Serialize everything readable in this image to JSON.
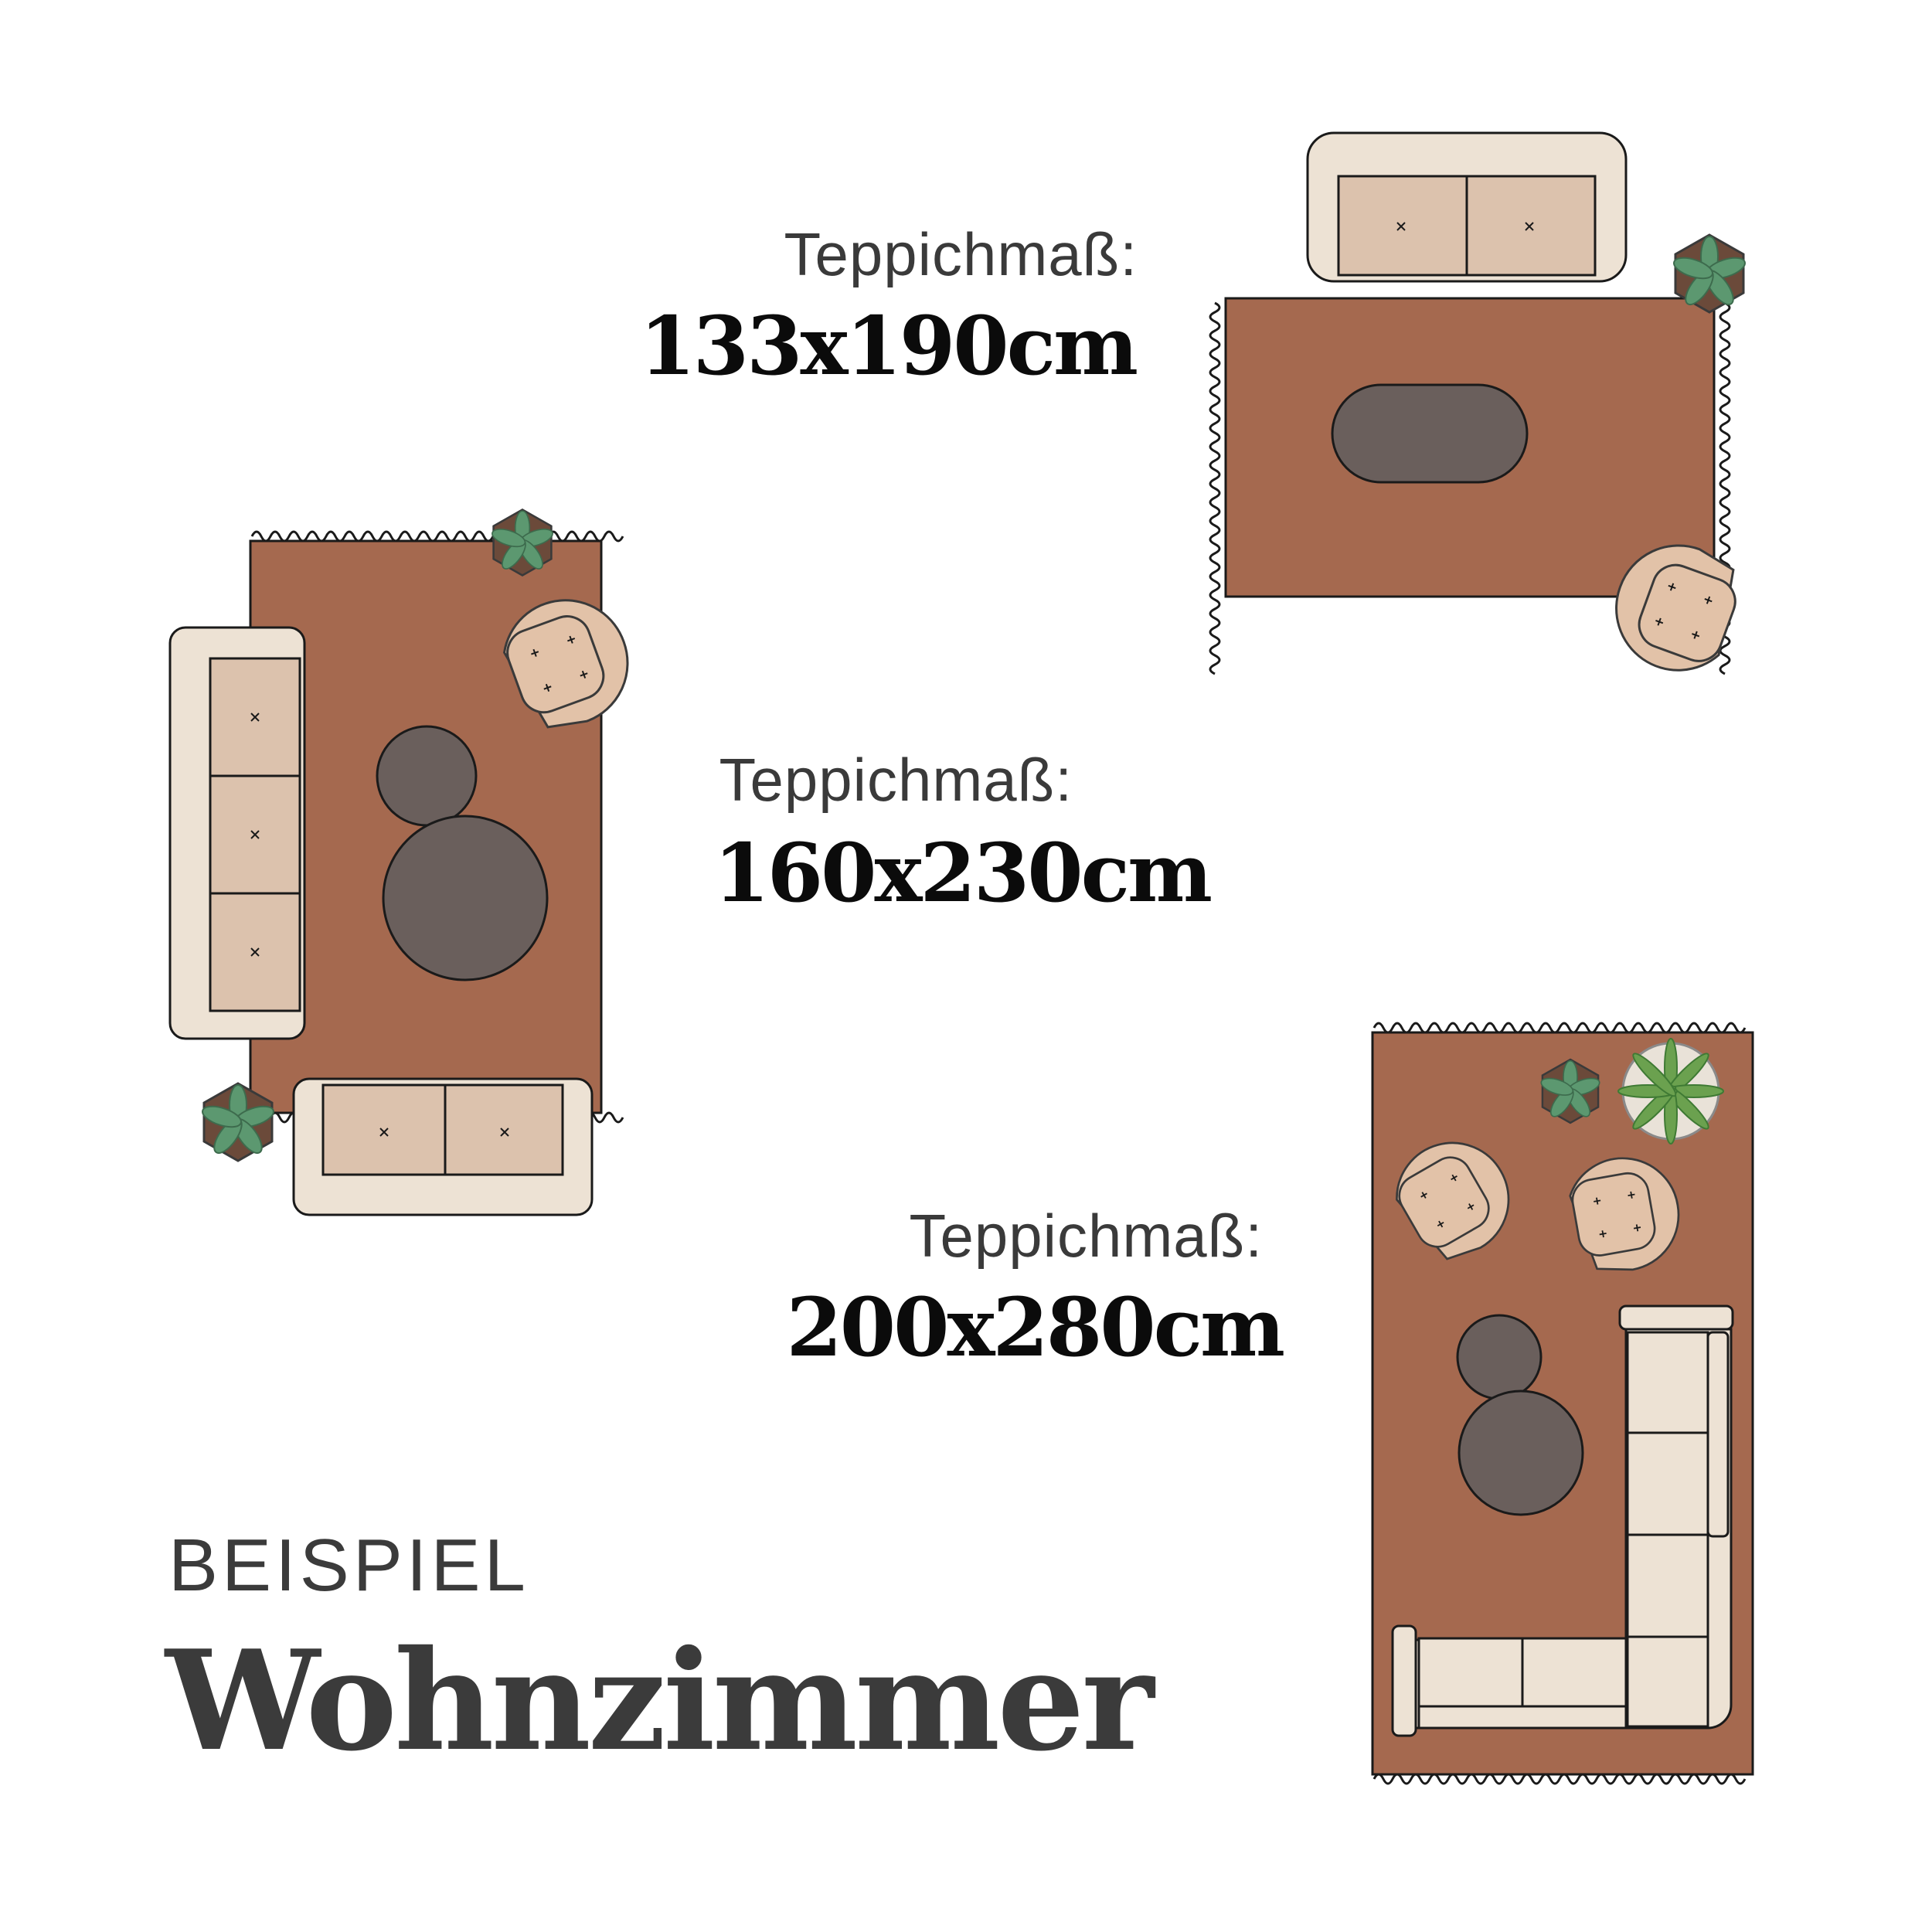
{
  "colors": {
    "rug": "#a5694f",
    "table": "#6a5f5c",
    "sofa_frame": "#ede2d4",
    "sofa_cushion": "#dcc2ad",
    "chair": "#e2c2a8",
    "plant_leaf": "#5c9870",
    "pot": "#6b4a3a",
    "outline": "#1a1a1a"
  },
  "layouts": [
    {
      "caption": "Teppichmaß:",
      "size": "133x190cm",
      "icons": [
        "rug-icon",
        "sofa-icon",
        "plant-icon",
        "oval-table-icon",
        "armchair-icon"
      ]
    },
    {
      "caption": "Teppichmaß:",
      "size": "160x230cm",
      "icons": [
        "rug-icon",
        "sofa-icon",
        "plant-icon",
        "round-table-icon",
        "armchair-icon"
      ]
    },
    {
      "caption": "Teppichmaß:",
      "size": "200x280cm",
      "icons": [
        "rug-icon",
        "corner-sofa-icon",
        "plant-icon",
        "round-table-icon",
        "armchair-icon"
      ]
    }
  ],
  "footer": {
    "kicker": "BEISPIEL",
    "title": "Wohnzimmer"
  }
}
